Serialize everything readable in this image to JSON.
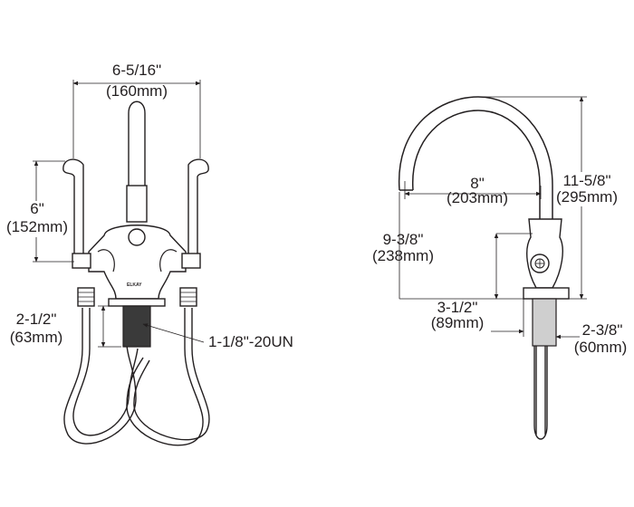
{
  "front_view": {
    "width_dim": {
      "inches": "6-5/16\"",
      "mm": "(160mm)"
    },
    "handle_height_dim": {
      "inches": "6\"",
      "mm": "(152mm)"
    },
    "shank_length_dim": {
      "inches": "2-1/2\"",
      "mm": "(63mm)"
    },
    "thread_callout": "1-1/8\"-20UN",
    "logo_text": "ELKAY"
  },
  "side_view": {
    "overall_height_dim": {
      "inches": "11-5/8\"",
      "mm": "(295mm)"
    },
    "spout_reach_dim": {
      "inches": "8\"",
      "mm": "(203mm)"
    },
    "spout_clearance_dim": {
      "inches": "9-3/8\"",
      "mm": "(238mm)"
    },
    "base_width_dim": {
      "inches": "3-1/2\"",
      "mm": "(89mm)"
    },
    "shank_dim": {
      "inches": "2-3/8\"",
      "mm": "(60mm)"
    }
  }
}
